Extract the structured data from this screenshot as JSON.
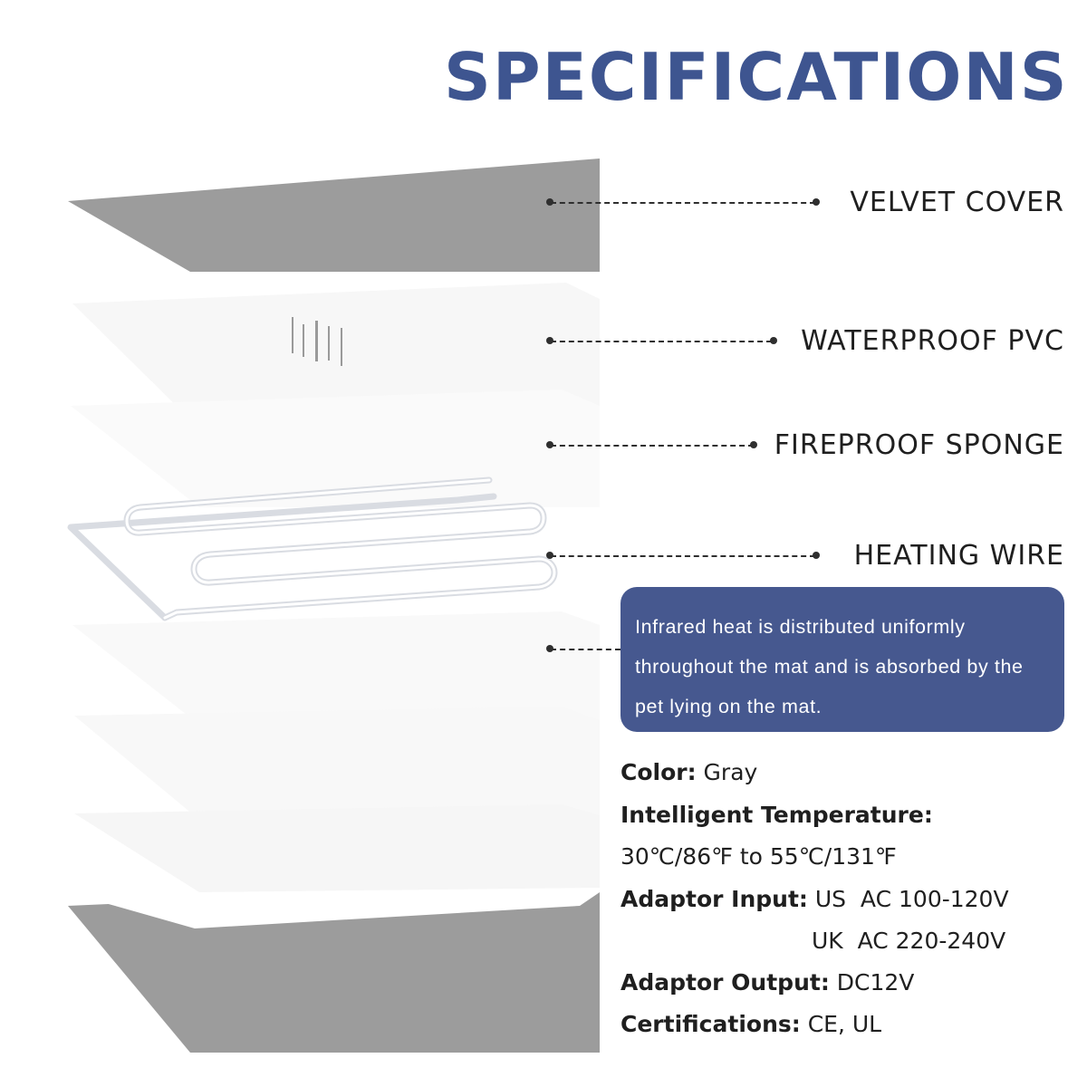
{
  "title": "SPECIFICATIONS",
  "layers": [
    {
      "label": "VELVET COVER"
    },
    {
      "label": "WATERPROOF PVC"
    },
    {
      "label": "FIREPROOF SPONGE"
    },
    {
      "label": "HEATING WIRE"
    }
  ],
  "info_text": "Infrared heat is distributed uniformly throughout the mat and is absorbed by the pet lying on the mat.",
  "specs": {
    "color_label": "Color:",
    "color_value": "Gray",
    "temp_label": "Intelligent Temperature:",
    "temp_value": "30℃/86℉ to 55℃/131℉",
    "input_label": "Adaptor Input:",
    "input_us": "US  AC 100-120V",
    "input_uk": "UK  AC 220-240V",
    "output_label": "Adaptor Output:",
    "output_value": "DC12V",
    "cert_label": "Certifications:",
    "cert_value": "CE, UL"
  },
  "colors": {
    "title": "#3e5590",
    "info_box": "#46588f",
    "gray_layer": "#9c9c9c",
    "wire": "#e0e2e6"
  },
  "icons": [
    "heating-wire-icon"
  ]
}
